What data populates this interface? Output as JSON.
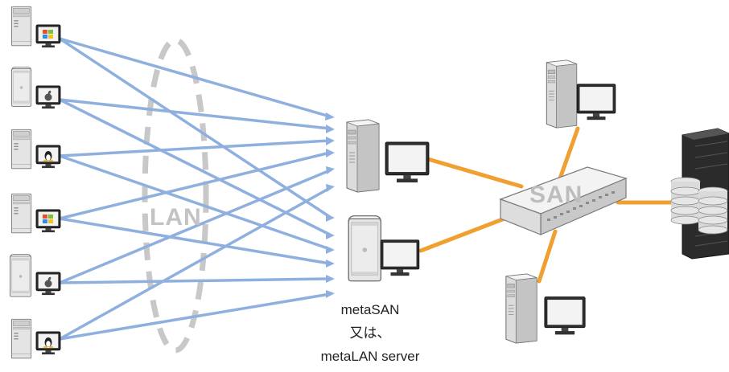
{
  "network": {
    "lan_label": "LAN",
    "san_label": "SAN"
  },
  "server_caption": {
    "line1": "metaSAN",
    "line2": "又は、",
    "line3": "metaLAN server"
  },
  "clients": [
    {
      "os": "windows"
    },
    {
      "os": "mac"
    },
    {
      "os": "linux"
    },
    {
      "os": "windows"
    },
    {
      "os": "mac"
    },
    {
      "os": "linux"
    }
  ],
  "colors": {
    "lan_link": "#8fb0df",
    "san_link": "#f0a030",
    "lan_ellipse": "#c8c8c8"
  }
}
